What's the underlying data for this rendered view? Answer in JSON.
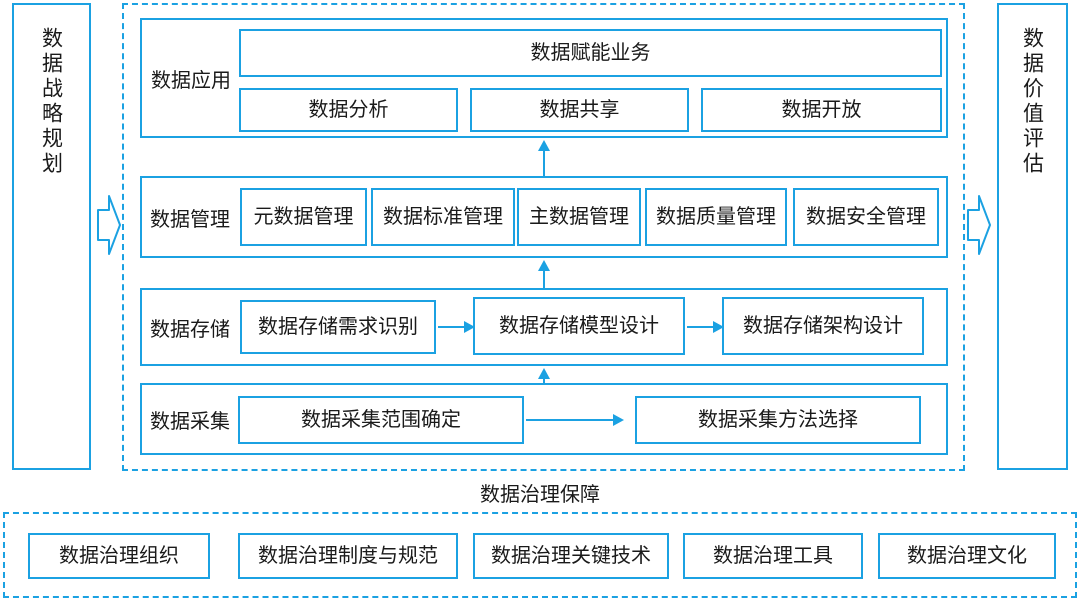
{
  "theme": {
    "accent": "#1ba1e2",
    "text": "#1a1a1a",
    "background": "#ffffff"
  },
  "left_pillar": {
    "label": "数据战略规划"
  },
  "right_pillar": {
    "label": "数据价值评估"
  },
  "core": {
    "rows": [
      {
        "id": "data-application",
        "label": "数据应用",
        "items_top": [
          "数据赋能业务"
        ],
        "items_bottom": [
          "数据分析",
          "数据共享",
          "数据开放"
        ]
      },
      {
        "id": "data-management",
        "label": "数据管理",
        "items": [
          "元数据管理",
          "数据标准管理",
          "主数据管理",
          "数据质量管理",
          "数据安全管理"
        ]
      },
      {
        "id": "data-storage",
        "label": "数据存储",
        "items": [
          "数据存储需求识别",
          "数据存储模型设计",
          "数据存储架构设计"
        ]
      },
      {
        "id": "data-collection",
        "label": "数据采集",
        "items": [
          "数据采集范围确定",
          "数据采集方法选择"
        ]
      }
    ]
  },
  "guarantee": {
    "caption": "数据治理保障",
    "items": [
      "数据治理组织",
      "数据治理制度与规范",
      "数据治理关键技术",
      "数据治理工具",
      "数据治理文化"
    ]
  }
}
